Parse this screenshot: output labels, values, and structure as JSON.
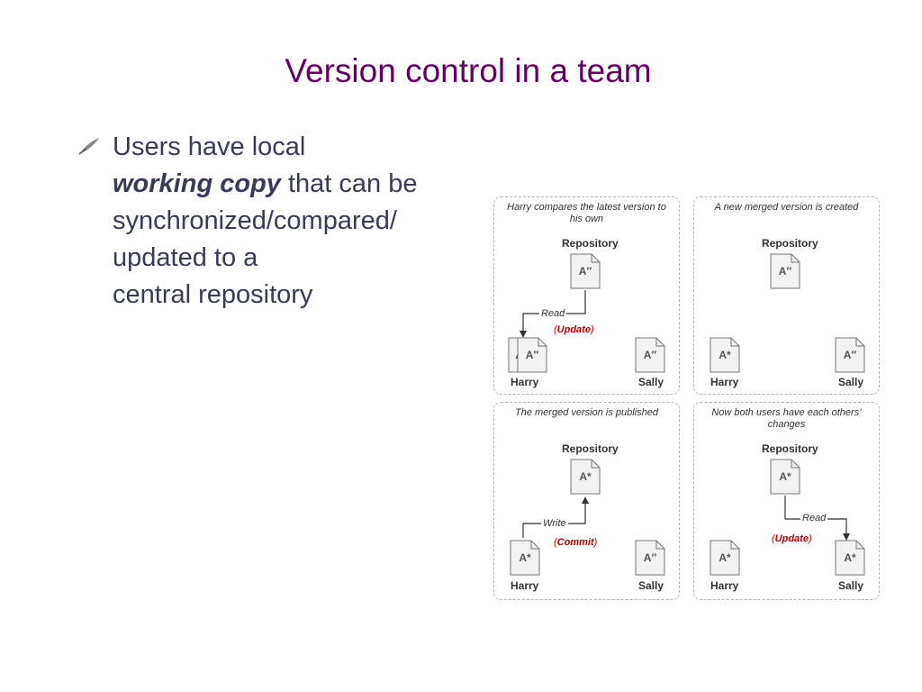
{
  "slide": {
    "title": "Version control in a team",
    "bullet": {
      "line1": "Users have local",
      "emph": "working copy",
      "rest1": " that can be",
      "line3": "synchronized/compared/",
      "line4": "updated to a",
      "line5": "central repository"
    }
  },
  "diagram": {
    "panels": [
      {
        "caption": "Harry compares the latest version to his own",
        "repo_label": "Repository",
        "repo_doc": "A″",
        "arrow_label": "Read",
        "action": "Update",
        "harry_doc_1": "A′",
        "harry_doc_2": "A″",
        "sally_doc": "A″",
        "harry_label": "Harry",
        "sally_label": "Sally"
      },
      {
        "caption": "A new merged version is created",
        "repo_label": "Repository",
        "repo_doc": "A″",
        "harry_doc": "A*",
        "sally_doc": "A″",
        "harry_label": "Harry",
        "sally_label": "Sally"
      },
      {
        "caption": "The merged version is published",
        "repo_label": "Repository",
        "repo_doc": "A*",
        "arrow_label": "Write",
        "action": "Commit",
        "harry_doc": "A*",
        "sally_doc": "A″",
        "harry_label": "Harry",
        "sally_label": "Sally"
      },
      {
        "caption": "Now both users have each others’ changes",
        "repo_label": "Repository",
        "repo_doc": "A*",
        "arrow_label": "Read",
        "action": "Update",
        "harry_doc": "A*",
        "sally_doc": "A*",
        "harry_label": "Harry",
        "sally_label": "Sally"
      }
    ],
    "colors": {
      "action_red": "#c00000",
      "title_purple": "#660066"
    }
  }
}
